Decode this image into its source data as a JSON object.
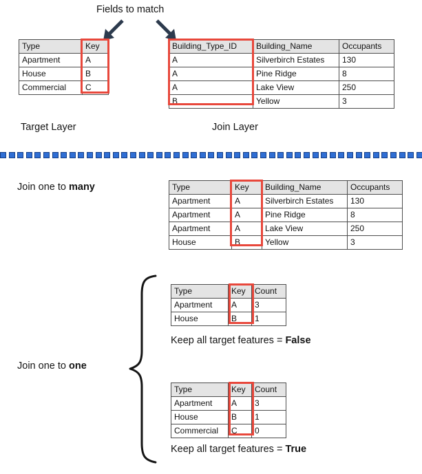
{
  "annotations": {
    "fields_to_match": "Fields to match",
    "target_layer": "Target Layer",
    "join_layer": "Join Layer",
    "join_one_to_many_prefix": "Join one to ",
    "join_one_to_many_bold": "many",
    "join_one_to_one_prefix": "Join one to ",
    "join_one_to_one_bold": "one",
    "keep_all_prefix": "Keep all target features = ",
    "keep_all_false": "False",
    "keep_all_true": "True"
  },
  "colors": {
    "highlight_red": "#e8473b",
    "arrow_navy": "#2c3a4d",
    "divider_blue": "#2f6ed4",
    "divider_blue_dark": "#163f86",
    "header_gray": "#e4e4e4",
    "border_gray": "#4d4d4d"
  },
  "icons": {
    "arrow_left_target": "arrow-down-left-icon",
    "arrow_right_join": "arrow-down-right-icon",
    "brace": "curly-brace-icon",
    "divider": "dashed-divider-icon"
  },
  "tables": {
    "target_layer": {
      "name": "Target Layer",
      "columns": [
        "Type",
        "Key"
      ],
      "rows": [
        [
          "Apartment",
          "A"
        ],
        [
          "House",
          "B"
        ],
        [
          "Commercial",
          "C"
        ]
      ],
      "highlight_column": "Key"
    },
    "join_layer": {
      "name": "Join Layer",
      "columns": [
        "Building_Type_ID",
        "Building_Name",
        "Occupants"
      ],
      "rows": [
        [
          "A",
          "Silverbirch Estates",
          "130"
        ],
        [
          "A",
          "Pine Ridge",
          "8"
        ],
        [
          "A",
          "Lake View",
          "250"
        ],
        [
          "B",
          "Yellow",
          "3"
        ]
      ],
      "highlight_column": "Building_Type_ID"
    },
    "one_to_many_result": {
      "name": "Join one to many",
      "columns": [
        "Type",
        "Key",
        "Building_Name",
        "Occupants"
      ],
      "rows": [
        [
          "Apartment",
          "A",
          "Silverbirch Estates",
          "130"
        ],
        [
          "Apartment",
          "A",
          "Pine Ridge",
          "8"
        ],
        [
          "Apartment",
          "A",
          "Lake View",
          "250"
        ],
        [
          "House",
          "B",
          "Yellow",
          "3"
        ]
      ],
      "highlight_column": "Key"
    },
    "one_to_one_false": {
      "name": "Keep all target features = False",
      "columns": [
        "Type",
        "Key",
        "Count"
      ],
      "rows": [
        [
          "Apartment",
          "A",
          "3"
        ],
        [
          "House",
          "B",
          "1"
        ]
      ],
      "highlight_column": "Key"
    },
    "one_to_one_true": {
      "name": "Keep all target features = True",
      "columns": [
        "Type",
        "Key",
        "Count"
      ],
      "rows": [
        [
          "Apartment",
          "A",
          "3"
        ],
        [
          "House",
          "B",
          "1"
        ],
        [
          "Commercial",
          "C",
          "0"
        ]
      ],
      "highlight_column": "Key"
    }
  }
}
